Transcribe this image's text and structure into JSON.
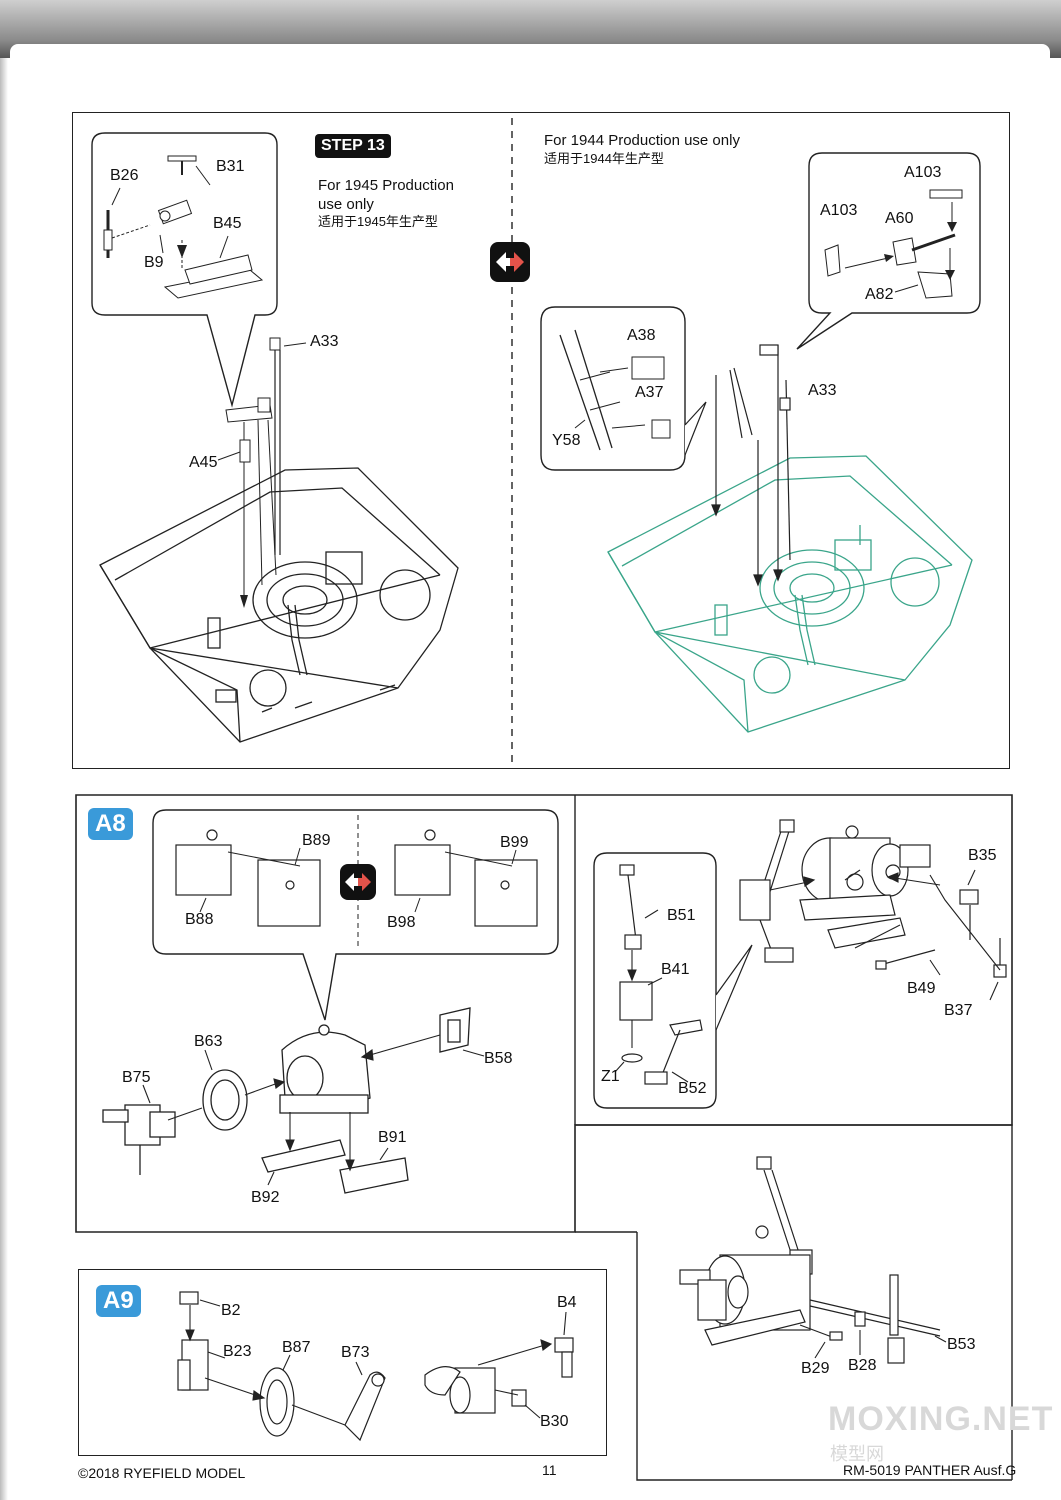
{
  "step13": {
    "step_label": "STEP 13",
    "left_note_en": "For 1945 Production",
    "left_note_en2": "use only",
    "left_note_cn": "适用于1945年生产型",
    "right_note_en": "For 1944 Production use only",
    "right_note_cn": "适用于1944年生产型",
    "left_parts": [
      "B31",
      "B26",
      "B45",
      "B9",
      "A33",
      "A45"
    ],
    "right_parts": [
      "A103",
      "A103",
      "A60",
      "A82",
      "A38",
      "A37",
      "Y58",
      "A33"
    ]
  },
  "a8": {
    "badge": "A8",
    "parts": [
      "B89",
      "B88",
      "B99",
      "B98",
      "B63",
      "B75",
      "B58",
      "B91",
      "B92",
      "B51",
      "B41",
      "Z1",
      "B52",
      "B35",
      "B49",
      "B37"
    ]
  },
  "a9": {
    "badge": "A9",
    "parts": [
      "B2",
      "B23",
      "B87",
      "B73",
      "B4",
      "B30"
    ]
  },
  "right_bottom": {
    "parts": [
      "B53",
      "B29",
      "B28"
    ]
  },
  "footer": {
    "copyright": "©2018 RYEFIELD MODEL",
    "page_number": "11",
    "product": "RM-5019 PANTHER Ausf.G"
  },
  "watermark": {
    "main": "MOXING.NET",
    "sub": "模型网"
  },
  "colors": {
    "badge_blue": "#3a9ad9",
    "arrow_red": "#e4534a",
    "hull_green": "#3aa58a"
  }
}
